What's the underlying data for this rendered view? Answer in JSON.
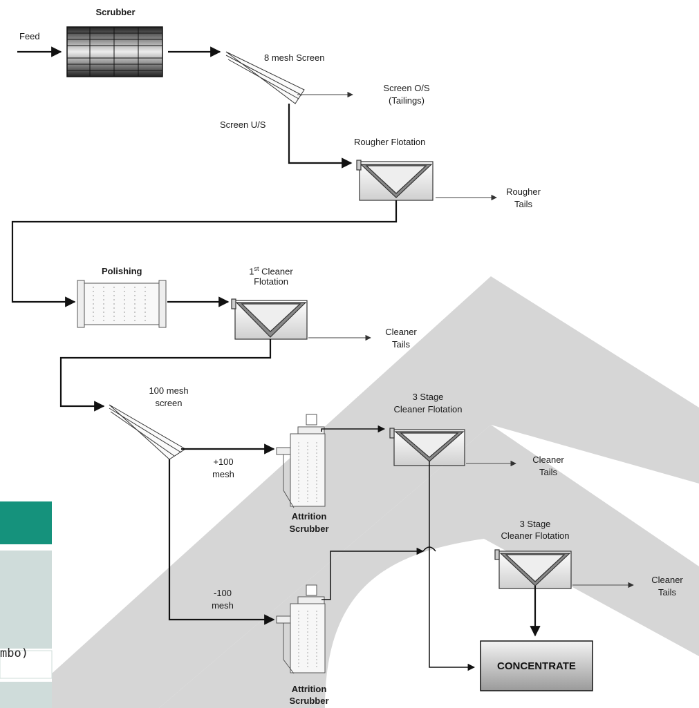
{
  "labels": {
    "scrubber": "Scrubber",
    "feed": "Feed",
    "mesh8_screen": "8 mesh Screen",
    "screen_os_line1": "Screen O/S",
    "screen_os_line2": "(Tailings)",
    "screen_us": "Screen U/S",
    "rougher_flotation": "Rougher Flotation",
    "rougher_tails_line1": "Rougher",
    "rougher_tails_line2": "Tails",
    "polishing": "Polishing",
    "cleaner1_line1": "1",
    "cleaner1_sup": "st",
    "cleaner1_line1_rest": " Cleaner",
    "cleaner1_line2": "Flotation",
    "cleaner_tails1_line1": "Cleaner",
    "cleaner_tails1_line2": "Tails",
    "mesh100_line1": "100 mesh",
    "mesh100_line2": "screen",
    "stage3a_line1": "3 Stage",
    "stage3a_line2": "Cleaner Flotation",
    "plus100_line1": "+100",
    "plus100_line2": "mesh",
    "cleaner_tails2_line1": "Cleaner",
    "cleaner_tails2_line2": "Tails",
    "attrition1_line1": "Attrition",
    "attrition1_line2": "Scrubber",
    "stage3b_line1": "3 Stage",
    "stage3b_line2": "Cleaner Flotation",
    "minus100_line1": "-100",
    "minus100_line2": "mesh",
    "cleaner_tails3_line1": "Cleaner",
    "cleaner_tails3_line2": "Tails",
    "concentrate": "CONCENTRATE",
    "attrition2_line1": "Attrition",
    "attrition2_line2": "Scrubber",
    "side_fragment": "mbo)"
  },
  "colors": {
    "background_shape": "#d6d6d6",
    "side_teal": "#15927c",
    "side_light": "#cfdcda",
    "flow_line": "#111111",
    "tails_line": "#777777"
  }
}
